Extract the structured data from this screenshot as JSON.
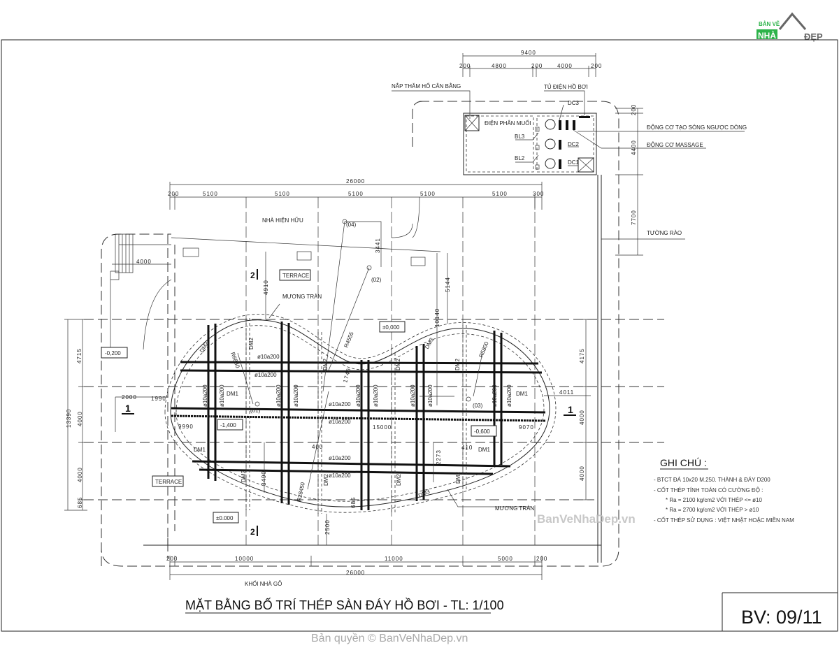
{
  "logo": {
    "text": "BẢN VẼ NHÀ ĐẸP",
    "colors": {
      "green": "#2db34a",
      "gray": "#666666"
    }
  },
  "title": "MẶT BẰNG BỐ TRÍ THÉP SÀN ĐÁY HỒ BƠI - TL: 1/100",
  "sheet": "BV: 09/11",
  "copyright": "Bản quyền © BanVeNhaDep.vn",
  "watermark": "BanVeNhaDep.vn",
  "equipment": {
    "hatch_label": "NẮP THĂM HỐ CÂN BẰNG",
    "panel_label": "TỦ ĐIỆN HỒ BƠI",
    "salt": "ĐIỆN PHÂN MUỐI",
    "dc3": "DC3",
    "dc2": "DC2",
    "dc1": "DC1",
    "bl3": "BL3",
    "bl2": "BL2",
    "wave_motor": "ĐỘNG CƠ TẠO SÓNG NGƯỢC DÒNG",
    "massage_motor": "ĐỘNG CƠ MASSAGE",
    "fence": "TƯỜNG RÀO"
  },
  "dims": {
    "top_total": "9400",
    "top": [
      "200",
      "4800",
      "200",
      "4000",
      "200"
    ],
    "grid_total": "26000",
    "grid": [
      "200",
      "5100",
      "5100",
      "5100",
      "5100",
      "5100",
      "300"
    ],
    "right": [
      "200",
      "4400",
      "7700",
      "4175",
      "4000",
      "4000",
      "4011"
    ],
    "left": [
      "4715",
      "13390",
      "4000",
      "4000",
      "685"
    ],
    "bottom": [
      "200",
      "10000",
      "11000",
      "5000",
      "200"
    ],
    "bottom_total": "26000",
    "misc": {
      "d4000": "4000",
      "d3441": "3441",
      "d4910": "4910",
      "d10140": "10140",
      "d5144": "5144",
      "d2000": "2000",
      "d1990": "1990",
      "d9990": "9990",
      "d15000": "15000",
      "d9070": "9070",
      "d1746": "1746",
      "d3490": "3490",
      "d2273": "2273",
      "d400": "400",
      "d410": "410",
      "d685": "685",
      "d2500": "2500"
    }
  },
  "labels": {
    "existing_house": "NHÀ HIỆN HỮU",
    "terrace": "TERRACE",
    "overflow": "MƯƠNG TRÀN",
    "wood_block": "KHỐI NHÀ GỖ",
    "p04": "(04)",
    "p02": "(02)",
    "p03": "(03)",
    "p01": "(01)",
    "lvl_0a": "±0,000",
    "lvl_0b": "±0.000",
    "lvl_m02": "-0,200",
    "lvl_m14": "-1,400",
    "lvl_m06": "-0,600",
    "r1": "R6880",
    "r2": "R4555",
    "r3": "R5800",
    "r4": "R28450",
    "sec1": "1",
    "sec2": "2",
    "dm1": "DM1",
    "dm2": "DM2",
    "dm3": "DM3",
    "rebar": "ø10a200"
  },
  "notes": {
    "title": "GHI CHÚ :",
    "items": [
      "-  BTCT ĐÁ 10x20 M.250. THÀNH & ĐÁY D200",
      "-  CỐT THÉP TÍNH TOÁN CÓ CƯỜNG ĐỘ :",
      "* Ra = 2100 kg/cm2 VỚI THÉP <= ø10",
      "* Ra = 2700 kg/cm2 VỚI THÉP > ø10",
      "-  CỐT THÉP SỬ DỤNG : VIỆT NHẬT HOẶC MIỀN NAM"
    ]
  }
}
